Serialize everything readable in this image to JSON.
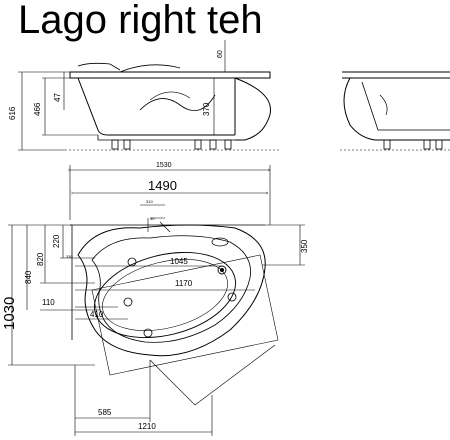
{
  "title": "Lago right teh",
  "side_view": {
    "dim_overall_height": "616",
    "dim_rim_height": "466",
    "dim_rim_thickness": "47",
    "dim_inner_depth": "370",
    "dim_top_gap": "60"
  },
  "plan_view": {
    "dim_outer_width": "1530",
    "dim_width": "1490",
    "dim_outer_depth": "1030",
    "dim_depth": "840",
    "dim_depth_inner": "820",
    "dim_offset_220": "220",
    "dim_right_350": "350",
    "dim_1045": "1045",
    "dim_1170": "1170",
    "dim_110": "110",
    "dim_410": "410",
    "dim_585": "585",
    "dim_1210": "1210",
    "dim_small_top": "310",
    "dim_small_mid": "40",
    "dim_small_left": "330"
  }
}
